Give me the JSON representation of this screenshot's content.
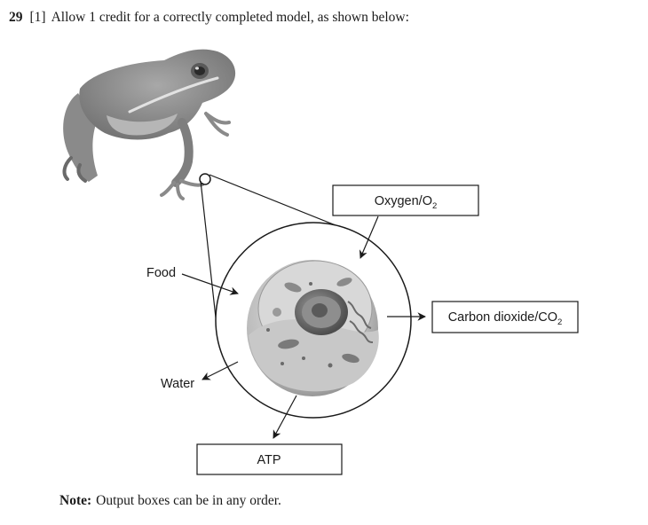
{
  "header": {
    "question_number": "29",
    "credit_marker": "[1]",
    "instruction": "Allow 1 credit for a correctly completed model, as shown below:"
  },
  "diagram": {
    "inputs": {
      "food": "Food",
      "oxygen_prefix": "Oxygen/O",
      "oxygen_subscript": "2"
    },
    "outputs": {
      "water": "Water",
      "co2_prefix": "Carbon dioxide/CO",
      "co2_subscript": "2",
      "atp": "ATP"
    }
  },
  "note": {
    "label": "Note:",
    "text": "Output boxes can be in any order."
  },
  "colors": {
    "ink": "#1a1a1a",
    "frog_body": "#8f8f8f",
    "cell_outer": "#bdbdbd",
    "nucleus": "#7a7a7a"
  }
}
